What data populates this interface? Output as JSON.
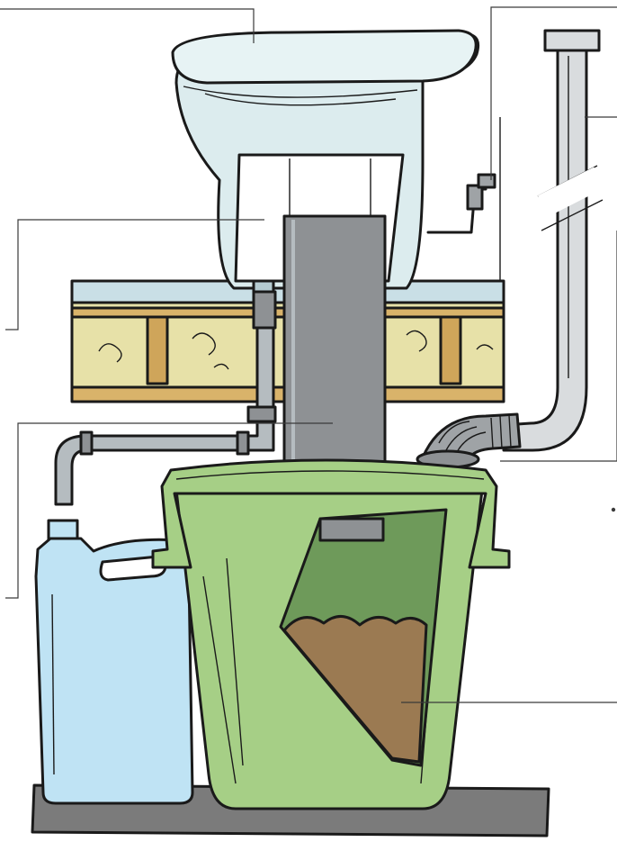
{
  "diagram": {
    "colors": {
      "bowl": "#dcecee",
      "floor_beam": "#e7e1a8",
      "joist": "#cfa55a",
      "pipe": "#8e9194",
      "vent_pipe": "#d9dcde",
      "bin": "#a6cf86",
      "bin_dark": "#6e9a5a",
      "compost": "#9b7a52",
      "jerrycan": "#bfe3f4",
      "ground": "#7b7b7b"
    },
    "components": [
      {
        "id": "toilet-bowl",
        "icon": "toilet-seat-icon"
      },
      {
        "id": "fan-switch",
        "icon": "switch-icon"
      },
      {
        "id": "vent-pipe",
        "icon": "pipe-icon"
      },
      {
        "id": "urine-pipe",
        "icon": "pipe-icon"
      },
      {
        "id": "drop-chute",
        "icon": "chute-icon"
      },
      {
        "id": "flexible-hose",
        "icon": "hose-icon"
      },
      {
        "id": "compost-bin",
        "icon": "bin-icon"
      },
      {
        "id": "compost-material",
        "icon": "compost-icon"
      },
      {
        "id": "urine-container",
        "icon": "jerrycan-icon"
      }
    ]
  }
}
